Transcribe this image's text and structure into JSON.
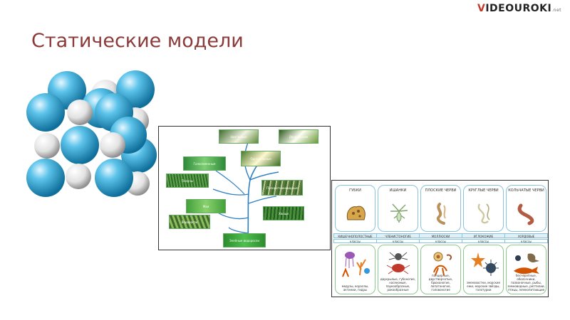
{
  "brand": {
    "prefix": "V",
    "name": "IDEOUROKI",
    "tld": ".net"
  },
  "slide": {
    "title": "Статические модели"
  },
  "tree": {
    "labels": [
      "Цветковые",
      "Двудольные",
      "Однодольные",
      "Голосеменные",
      "Папоротниковидные",
      "Плауны",
      "Хвощи",
      "Мхи",
      "Водоросли",
      "Зелёные водоросли"
    ]
  },
  "classification": {
    "columns": [
      {
        "top": "ГУБКИ",
        "bar1": "КИШЕЧНОПОЛОСТНЫЕ",
        "bar2": "классы",
        "caption": "медузы, кораллы, актинии, гидры"
      },
      {
        "top": "ИШАНКИ",
        "bar1": "ЧЛЕНИСТОНОГИЕ",
        "bar2": "классы",
        "caption": "двукрылые, губоногие, насекомые, паукообразные, ракообразные"
      },
      {
        "top": "ПЛОСКИЕ ЧЕРВИ",
        "bar1": "МОЛЛЮСКИ",
        "bar2": "классы",
        "caption": "панцирные, двустворчатые, брюхоногие, лопатоногие, головоногие"
      },
      {
        "top": "КРУГЛЫЕ ЧЕРВИ",
        "bar1": "ИГЛОКОЖИЕ",
        "bar2": "классы",
        "caption": "змеехвостки, морские ежи, морские звёзды, голотурии"
      },
      {
        "top": "КОЛЬЧАТЫЕ ЧЕРВИ",
        "bar1": "ХОРДОВЫЕ",
        "bar2": "классы",
        "caption": "бесчерепные, оболочники, позвоночные, рыбы, земноводные, рептилии, птицы, млекопитающие"
      }
    ]
  },
  "colors": {
    "title": "#8b3a3a",
    "sphere_blue": "#2fa8d8",
    "sphere_white": "#d6d6d6",
    "card_blue_border": "#88c4dc",
    "card_green_border": "#8cc98c"
  },
  "icons": [
    "crystal-lattice-icon",
    "sponge-icon",
    "hydra-icon",
    "flatworm-icon",
    "roundworm-icon",
    "earthworm-icon"
  ]
}
